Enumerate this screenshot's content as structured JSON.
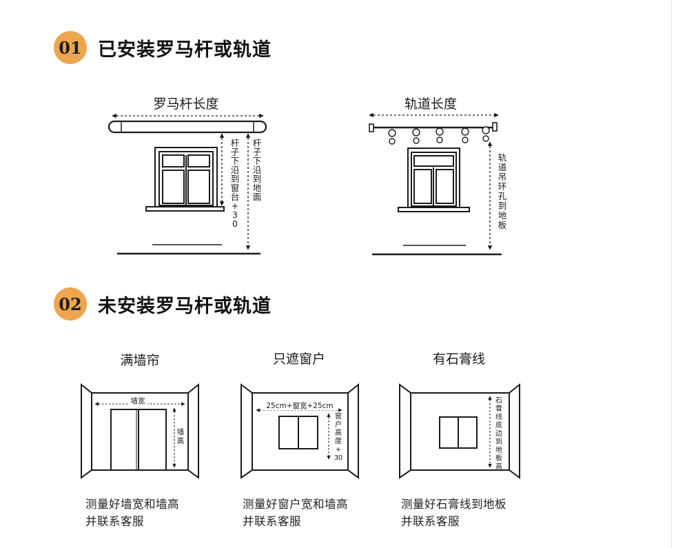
{
  "section1": {
    "number": "01",
    "title": "已安装罗马杆或轨道",
    "rod": {
      "length_label": "罗马杆长度",
      "v_label_1": [
        "杆",
        "子",
        "下",
        "沿",
        "到",
        "窗",
        "台",
        "+",
        "3",
        "0"
      ],
      "v_label_2": [
        "杆",
        "子",
        "下",
        "沿",
        "到",
        "地",
        "面"
      ]
    },
    "track": {
      "length_label": "轨道长度",
      "v_label": [
        "轨",
        "道",
        "吊",
        "环",
        "孔",
        "到",
        "地",
        "板"
      ]
    }
  },
  "section2": {
    "number": "02",
    "title": "未安装罗马杆或轨道",
    "panels": [
      {
        "title": "满墙帘",
        "h_label": "墙宽",
        "v_label": [
          "墙",
          "高"
        ],
        "caption_line1": "测量好墙宽和墙高",
        "caption_line2": "并联系客服"
      },
      {
        "title": "只遮窗户",
        "h_label": "25cm+窗宽+25cm",
        "v_label": [
          "窗",
          "户",
          "高",
          "度",
          "+",
          "3",
          "0"
        ],
        "caption_line1": "测量好窗户宽和墙高",
        "caption_line2": "并联系客服"
      },
      {
        "title": "有石膏线",
        "v_label": [
          "石",
          "膏",
          "线",
          "底",
          "边",
          "到",
          "地",
          "板",
          "高"
        ],
        "caption_line1": "测量好石膏线到地板",
        "caption_line2": "并联系客服"
      }
    ]
  },
  "colors": {
    "badge": "#eda64f",
    "line": "#1a1a1a",
    "border": "#e6e6e6"
  }
}
